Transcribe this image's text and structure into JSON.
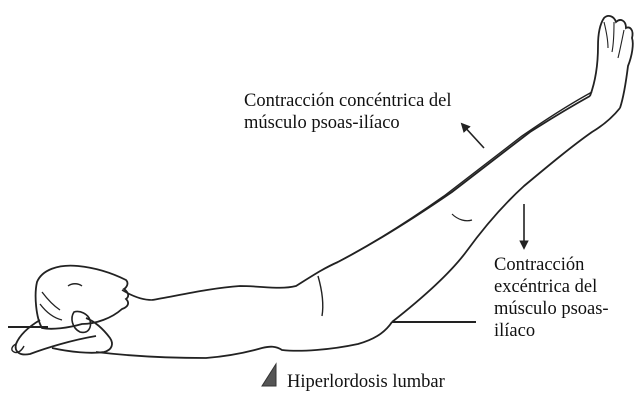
{
  "figure": {
    "background_color": "#ffffff",
    "line_color": "#222222",
    "icon": "supine-leg-raise-figure"
  },
  "annotations": {
    "concentric": {
      "line1": "Contracción concéntrica del",
      "line2": "músculo psoas-ilíaco"
    },
    "eccentric": {
      "line1": "Contracción",
      "line2": "excéntrica del",
      "line3": "músculo psoas-",
      "line4": "ilíaco"
    },
    "hyperlordosis": {
      "text": "Hiperlordosis lumbar"
    }
  }
}
